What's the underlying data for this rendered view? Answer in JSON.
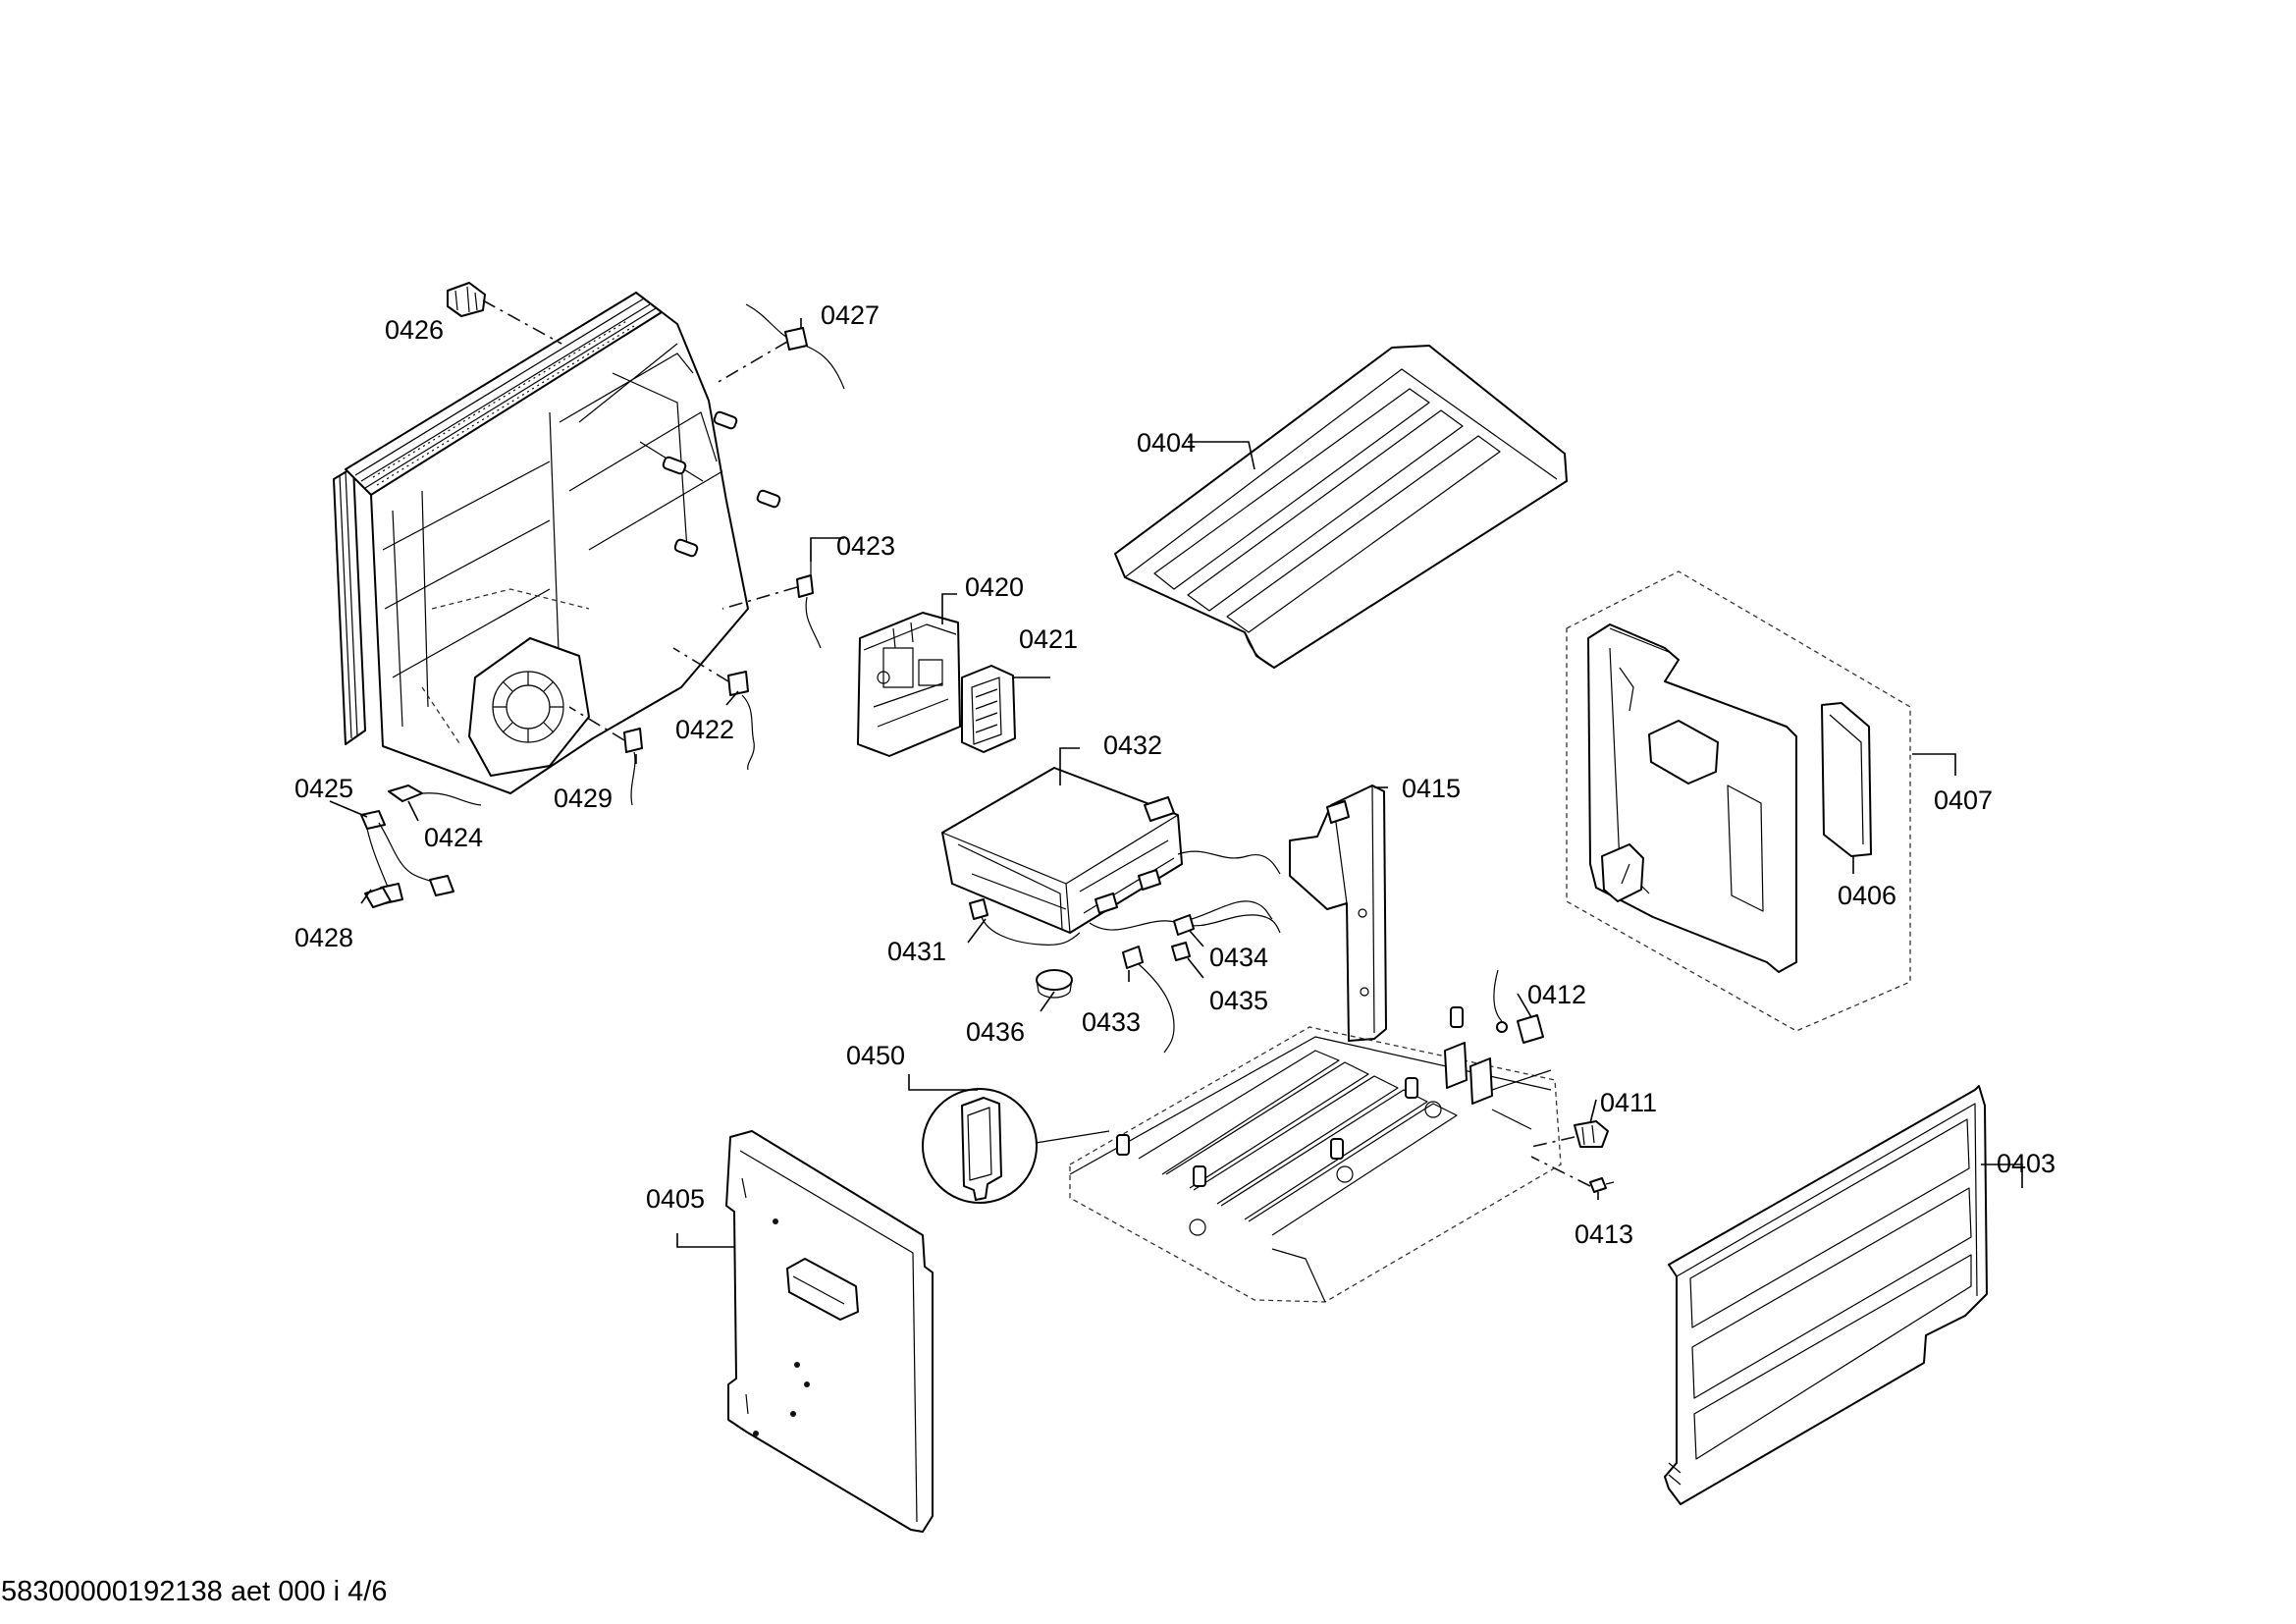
{
  "diagram": {
    "part_labels": {
      "p0426": "0426",
      "p0427": "0427",
      "p0404": "0404",
      "p0423": "0423",
      "p0420": "0420",
      "p0421": "0421",
      "p0422": "0422",
      "p0432": "0432",
      "p0415": "0415",
      "p0407": "0407",
      "p0406": "0406",
      "p0425": "0425",
      "p0424": "0424",
      "p0429": "0429",
      "p0428": "0428",
      "p0431": "0431",
      "p0434": "0434",
      "p0435": "0435",
      "p0433": "0433",
      "p0436": "0436",
      "p0412": "0412",
      "p0450": "0450",
      "p0411": "0411",
      "p0413": "0413",
      "p0405": "0405",
      "p0403": "0403"
    },
    "footer": "58300000192138 aet 000 i 4/6"
  }
}
